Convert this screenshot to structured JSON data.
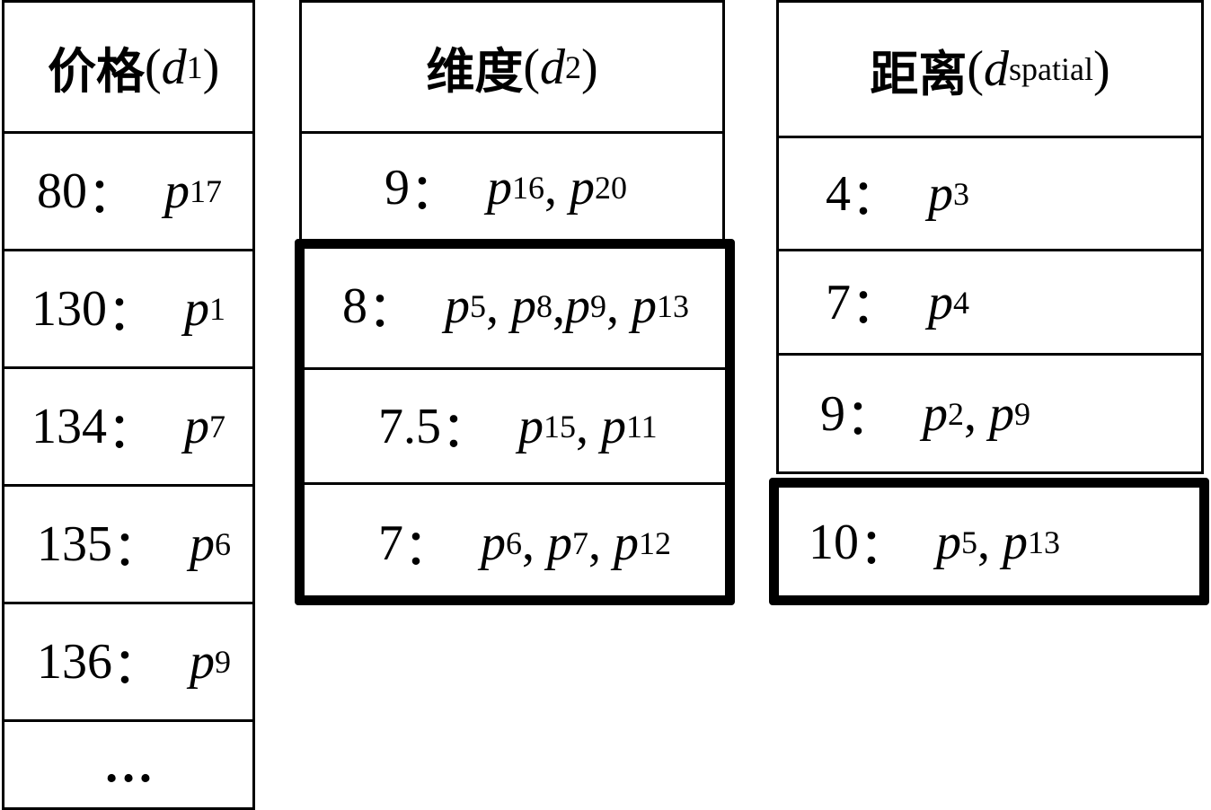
{
  "tables": [
    {
      "header": {
        "zh": "价格",
        "var": "d",
        "sub": "1"
      },
      "rows": [
        {
          "key": "80",
          "items": [
            {
              "var": "p",
              "sub": "17"
            }
          ]
        },
        {
          "key": "130",
          "items": [
            {
              "var": "p",
              "sub": "1"
            }
          ]
        },
        {
          "key": "134",
          "items": [
            {
              "var": "p",
              "sub": "7"
            }
          ]
        },
        {
          "key": "135",
          "items": [
            {
              "var": "p",
              "sub": "6"
            }
          ]
        },
        {
          "key": "136",
          "items": [
            {
              "var": "p",
              "sub": "9"
            }
          ]
        }
      ],
      "ellipsis": "…"
    },
    {
      "header": {
        "zh": "维度",
        "var": "d",
        "sub": "2"
      },
      "rows": [
        {
          "key": "9",
          "items": [
            {
              "var": "p",
              "sub": "16"
            },
            {
              "var": "p",
              "sub": "20"
            }
          ]
        },
        {
          "key": "8",
          "items": [
            {
              "var": "p",
              "sub": "5"
            },
            {
              "var": "p",
              "sub": "8"
            },
            {
              "var": "p",
              "sub": "9"
            },
            {
              "var": "p",
              "sub": "13"
            }
          ]
        },
        {
          "key": "7.5",
          "items": [
            {
              "var": "p",
              "sub": "15"
            },
            {
              "var": "p",
              "sub": "11"
            }
          ]
        },
        {
          "key": "7",
          "items": [
            {
              "var": "p",
              "sub": "6"
            },
            {
              "var": "p",
              "sub": "7"
            },
            {
              "var": "p",
              "sub": "12"
            }
          ]
        }
      ]
    },
    {
      "header": {
        "zh": "距离",
        "var": "d",
        "sub": "spatial"
      },
      "rows": [
        {
          "key": "4",
          "items": [
            {
              "var": "p",
              "sub": "3"
            }
          ]
        },
        {
          "key": "7",
          "items": [
            {
              "var": "p",
              "sub": "4"
            }
          ]
        },
        {
          "key": "9",
          "items": [
            {
              "var": "p",
              "sub": "2"
            },
            {
              "var": "p",
              "sub": "9"
            }
          ]
        },
        {
          "key": "10",
          "items": [
            {
              "var": "p",
              "sub": "5"
            },
            {
              "var": "p",
              "sub": "13"
            }
          ]
        }
      ]
    }
  ],
  "separator": "：",
  "item_separator": ","
}
